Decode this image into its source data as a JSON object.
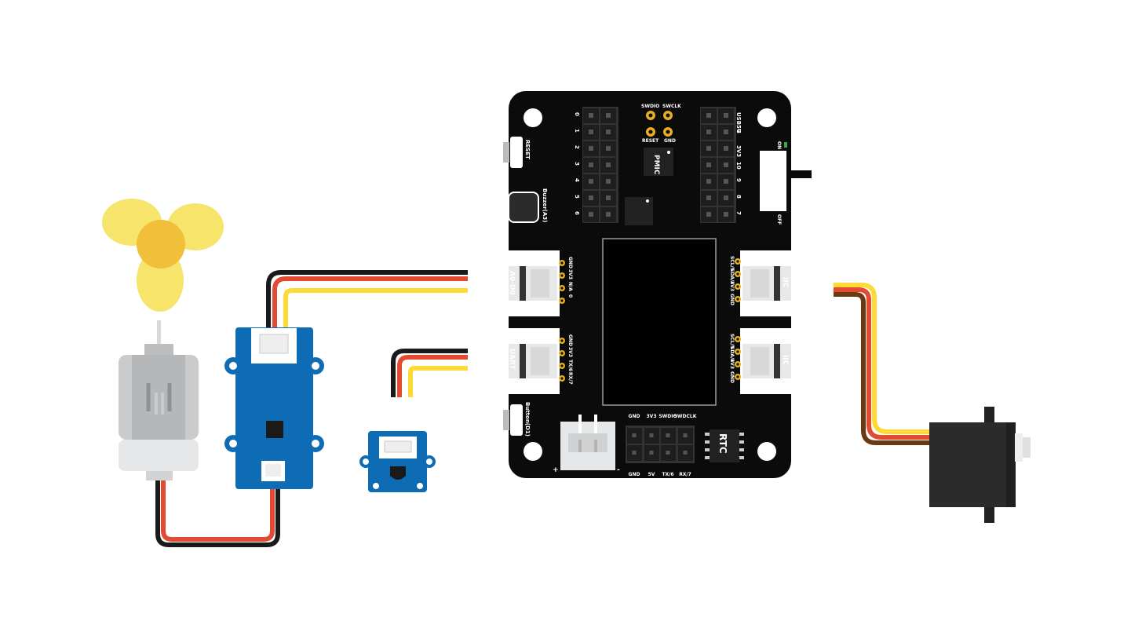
{
  "board": {
    "reset_label": "RESET",
    "buzzer_label": "Buzzer(A3)",
    "button_label": "Button(D1)",
    "pmic_label": "PMIC",
    "rtc_label": "RTC",
    "swdio_label": "SWDIO",
    "swclk_label": "SWCLK",
    "reset_pad_label": "RESET",
    "gnd_pad_label": "GND",
    "left_header_pins": [
      "0",
      "1",
      "2",
      "3",
      "4",
      "5",
      "6"
    ],
    "right_header_pins": [
      "USB5V",
      "G",
      "3V3",
      "10",
      "9",
      "8",
      "7"
    ],
    "switch_on": "ON",
    "switch_off": "OFF",
    "battery_plus": "+",
    "battery_minus": "-",
    "bottom_header_top": [
      "GND",
      "3V3",
      "SWDIO",
      "SWDCLK"
    ],
    "bottom_header_bottom": [
      "GND",
      "5V",
      "TX/6",
      "RX/7"
    ]
  },
  "connectors": {
    "a0d0": {
      "name": "A0-D0",
      "pins": [
        "GND",
        "3V3",
        "N/A",
        "0"
      ]
    },
    "uart": {
      "name": "UART",
      "pins": [
        "GND",
        "3V3",
        "TX/6",
        "RX/7"
      ]
    },
    "iic_top": {
      "name": "IIC",
      "pins": [
        "SCL/5",
        "SDA/4",
        "3V3",
        "GND"
      ]
    },
    "iic_bottom": {
      "name": "IIC",
      "pins": [
        "SCL/5",
        "SDA/4",
        "3V3",
        "GND"
      ]
    }
  },
  "colors": {
    "board": "#0b0b0b",
    "grove_blue": "#0e6cb4",
    "wire_red": "#e24b32",
    "wire_yellow": "#ffd936",
    "wire_black": "#1a1a1a",
    "wire_brown": "#6b3a12",
    "fan_blade": "#f7e46b",
    "fan_hub": "#f1bf3a",
    "motor_gray": "#c9cbcd",
    "servo_body": "#2b2b2b",
    "gold_pad": "#e8b020"
  },
  "components": [
    "fan",
    "dc-motor",
    "mosfet-module",
    "temperature-sensor",
    "wio-lite-board",
    "servo"
  ]
}
